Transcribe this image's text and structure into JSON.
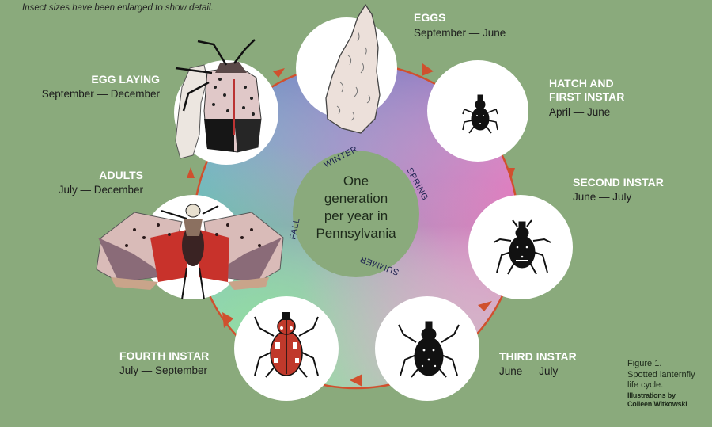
{
  "note": "Insect sizes have been enlarged to show detail.",
  "center": {
    "lines": [
      "One",
      "generation",
      "per year in",
      "Pennsylvania"
    ]
  },
  "seasons": {
    "winter": "WINTER",
    "spring": "SPRING",
    "summer": "SUMMER",
    "fall": "FALL"
  },
  "stages": [
    {
      "id": "eggs",
      "title": "EGGS",
      "dates": "September  — June",
      "icon": "egg-mass-icon"
    },
    {
      "id": "hatch",
      "title_line1": "HATCH AND",
      "title_line2": "FIRST INSTAR",
      "dates": "April — June",
      "icon": "first-instar-nymph-icon"
    },
    {
      "id": "second",
      "title": "SECOND INSTAR",
      "dates": "June — July",
      "icon": "second-instar-nymph-icon"
    },
    {
      "id": "third",
      "title": "THIRD INSTAR",
      "dates": "June — July",
      "icon": "third-instar-nymph-icon"
    },
    {
      "id": "fourth",
      "title": "FOURTH INSTAR",
      "dates": "July — September",
      "icon": "fourth-instar-nymph-icon"
    },
    {
      "id": "adults",
      "title": "ADULTS",
      "dates": "July — December",
      "icon": "adult-lanternfly-icon"
    },
    {
      "id": "egglaying",
      "title": "EGG LAYING",
      "dates": "September — December",
      "icon": "egg-laying-adult-icon"
    }
  ],
  "caption": {
    "line1": "Figure 1.",
    "line2": "Spotted lanternfly",
    "line3": "life cycle.",
    "credit1": "Illustrations by",
    "credit2": "Colleen Witkowski"
  },
  "colors": {
    "background": "#8aaa7c",
    "arrow": "#d0502e",
    "ring_blue": "#6f8ec8",
    "ring_pink": "#d978b8",
    "ring_teal": "#7ec8b0",
    "ring_green": "#8ed88e",
    "nymph_red": "#c0392b"
  }
}
